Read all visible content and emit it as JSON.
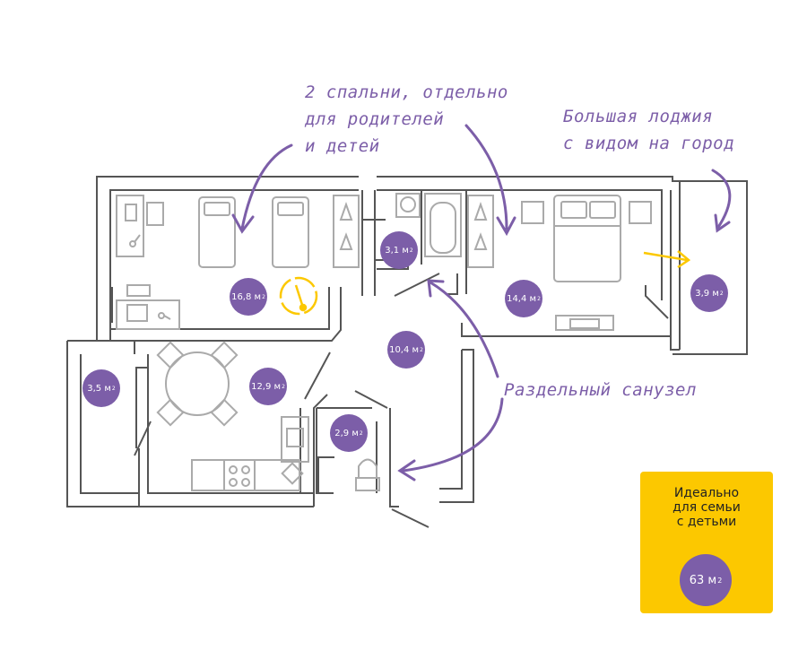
{
  "annotations": {
    "bedrooms": [
      "2 спальни, отдельно",
      "для родителей",
      "и детей"
    ],
    "loggia": [
      "Большая лоджия",
      "с видом на город"
    ],
    "bathroom": "Раздельный санузел"
  },
  "rooms": [
    {
      "id": "kids-room",
      "value": "16,8",
      "unit": "м",
      "exp": "2"
    },
    {
      "id": "bathtub",
      "value": "3,1",
      "unit": "м",
      "exp": "2"
    },
    {
      "id": "master-bedroom",
      "value": "14,4",
      "unit": "м",
      "exp": "2"
    },
    {
      "id": "loggia",
      "value": "3,9",
      "unit": "м",
      "exp": "2"
    },
    {
      "id": "hall",
      "value": "10,4",
      "unit": "м",
      "exp": "2"
    },
    {
      "id": "balcony",
      "value": "3,5",
      "unit": "м",
      "exp": "2"
    },
    {
      "id": "kitchen",
      "value": "12,9",
      "unit": "м",
      "exp": "2"
    },
    {
      "id": "toilet",
      "value": "2,9",
      "unit": "м",
      "exp": "2"
    }
  ],
  "promo": {
    "lines": [
      "Идеально",
      "для семьи",
      "с детьми"
    ],
    "area_value": "63 м",
    "area_exp": "2"
  },
  "colors": {
    "accent": "#7c5ea8",
    "highlight": "#fcc800",
    "wall": "#555555",
    "furniture": "#aaaaaa"
  }
}
